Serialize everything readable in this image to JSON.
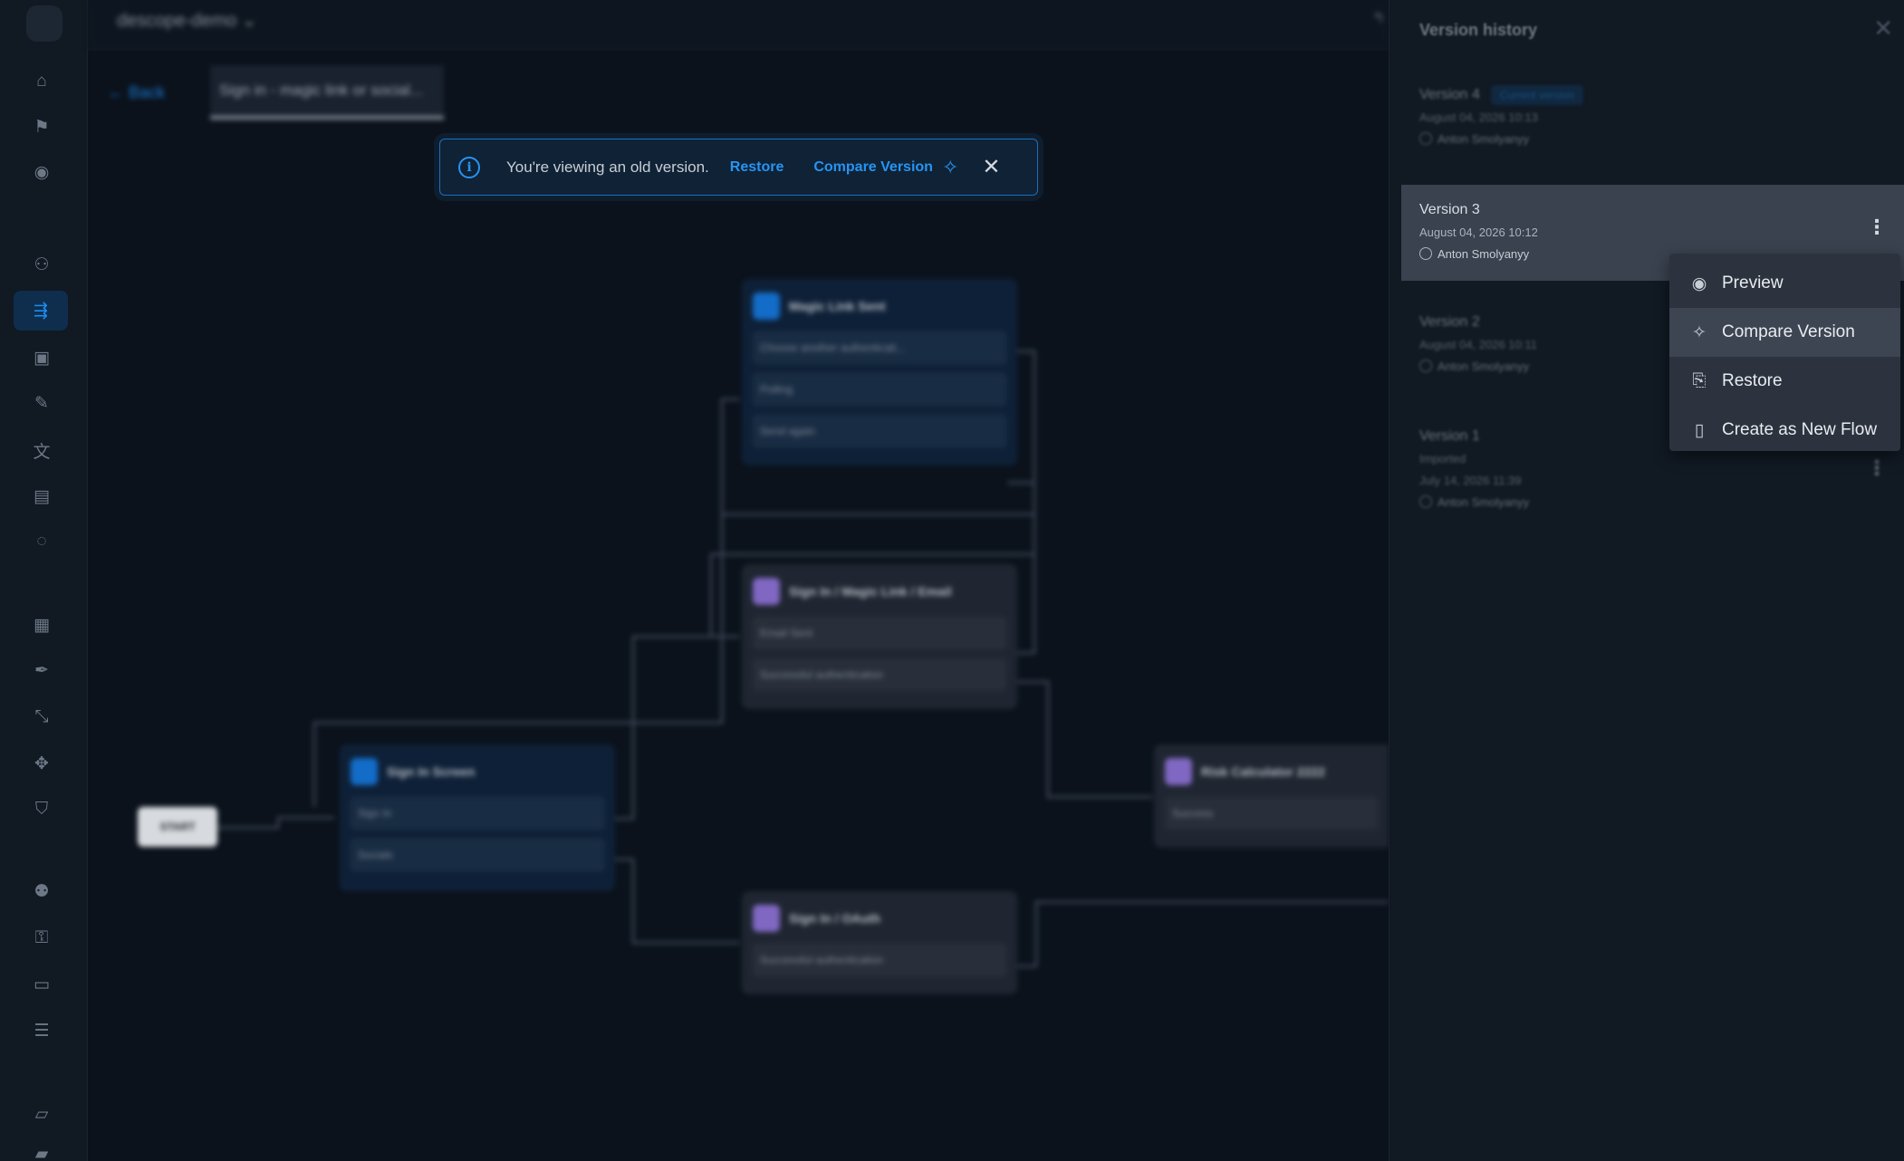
{
  "topbar": {
    "project": "descope-demo ⌄"
  },
  "canvas": {
    "back_label": "← Back",
    "flow_tab": "Sign in - magic link or social...",
    "start_label": "START",
    "nodes": {
      "magic_link_sent": {
        "title": "Magic Link Sent",
        "rows": [
          "Choose another authenticati...",
          "Polling",
          "Send again"
        ]
      },
      "sign_in_magic_email": {
        "title": "Sign In / Magic Link / Email",
        "rows": [
          "Email Sent",
          "Successful authentication"
        ]
      },
      "sign_in_screen": {
        "title": "Sign In Screen",
        "rows": [
          "Sign In",
          "Socials"
        ]
      },
      "sign_in_oauth": {
        "title": "Sign In / OAuth",
        "rows": [
          "Successful authentication"
        ]
      },
      "risk_calculator": {
        "title": "Risk Calculator 2222",
        "rows": [
          "Success"
        ]
      }
    }
  },
  "banner": {
    "message": "You're viewing an old version.",
    "restore": "Restore",
    "compare": "Compare Version"
  },
  "panel": {
    "title": "Version history",
    "versions": [
      {
        "name": "Version 4",
        "badge": "Current version",
        "date": "August 04, 2026 10:13",
        "user": "Anton Smolyanyy"
      },
      {
        "name": "Version 3",
        "date": "August 04, 2026 10:12",
        "user": "Anton Smolyanyy"
      },
      {
        "name": "Version 2",
        "date": "August 04, 2026 10:11",
        "user": "Anton Smolyanyy"
      },
      {
        "name": "Version 1",
        "note": "Imported",
        "date": "July 14, 2026 11:39",
        "user": "Anton Smolyanyy"
      }
    ]
  },
  "menu": {
    "items": [
      {
        "label": "Preview",
        "icon": "eye-icon"
      },
      {
        "label": "Compare Version",
        "icon": "sparkle-icon"
      },
      {
        "label": "Restore",
        "icon": "restore-file-icon"
      },
      {
        "label": "Create as New Flow",
        "icon": "new-file-icon"
      }
    ]
  },
  "colors": {
    "accent": "#2794f2",
    "panel_bg": "#111923",
    "canvas_bg": "#0b121c",
    "selected_row": "#3a4250"
  }
}
